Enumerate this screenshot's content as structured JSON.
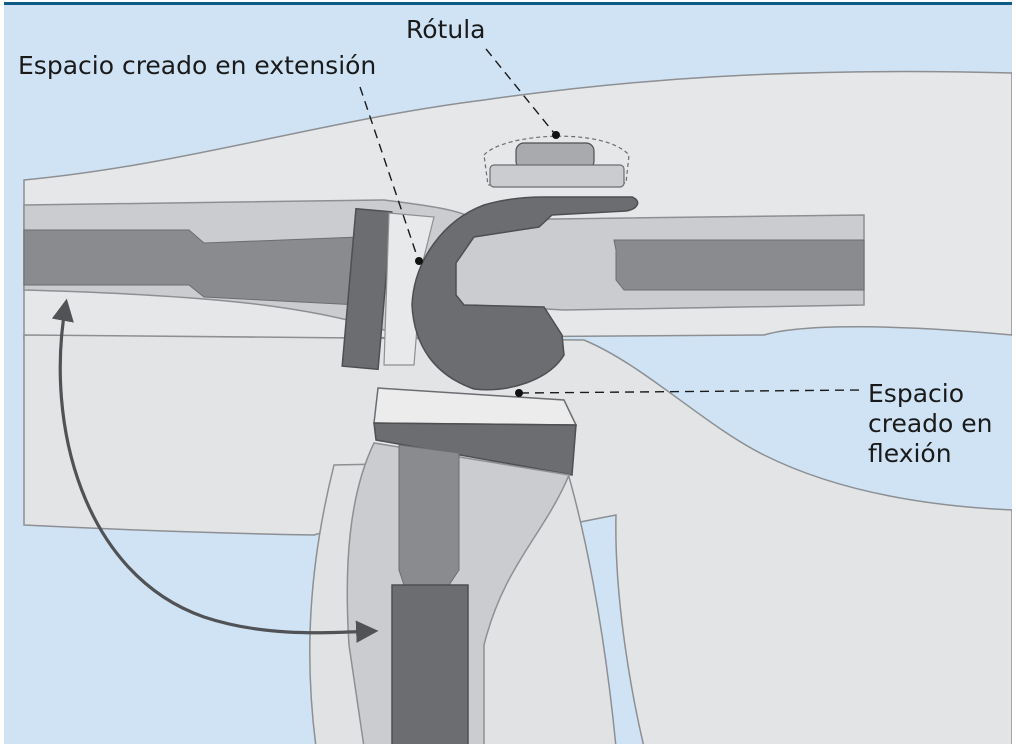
{
  "labels": {
    "patella": "Rótula",
    "extension_gap": "Espacio creado en extensión",
    "flexion_gap": [
      "Espacio",
      "creado en",
      "flexión"
    ]
  },
  "colors": {
    "background": "#cfe3f4",
    "top_rule": "#0d5b86",
    "skin": "#e6e7e9",
    "bone": "#cbcccf",
    "implant": "#6b6d70",
    "marrow": "#8a8b8e",
    "arrow": "#505256"
  }
}
